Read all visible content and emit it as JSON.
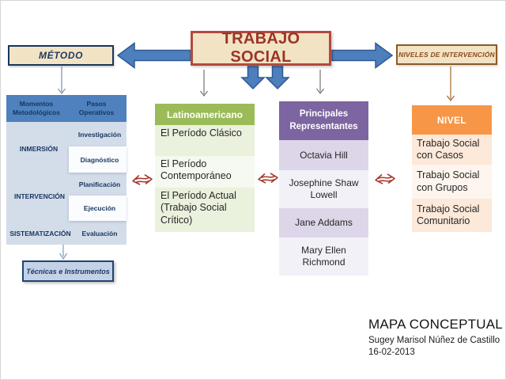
{
  "title_box": {
    "label": "TRABAJO SOCIAL"
  },
  "metodo_box": {
    "label": "MÉTODO"
  },
  "niveles_box": {
    "label": "NIVELES DE INTERVENCIÓN"
  },
  "table": {
    "headers": [
      "Momentos Metodológicos",
      "Pasos Operativos"
    ],
    "momentos": [
      "INMERSIÓN",
      "INTERVENCIÓN",
      "SISTEMATIZACIÓN"
    ],
    "pasos": [
      "Investigación",
      "Diagnóstico",
      "Planificación",
      "Ejecución",
      "Evaluación"
    ]
  },
  "tecnicas_box": {
    "label": "Técnicas  e Instrumentos"
  },
  "latino": {
    "header": "Latinoamericano",
    "items": [
      "El Período Clásico",
      "El Período Contemporáneo",
      "El Período Actual (Trabajo Social Crítico)"
    ]
  },
  "representantes": {
    "header": "Principales Representantes",
    "items": [
      "Octavia Hill",
      "Josephine Shaw Lowell",
      "Jane Addams",
      "Mary Ellen Richmond"
    ]
  },
  "nivel": {
    "header": "NIVEL",
    "items": [
      "Trabajo Social con Casos",
      "Trabajo Social con Grupos",
      "Trabajo Social Comunitario"
    ]
  },
  "footer": {
    "title": "MAPA CONCEPTUAL",
    "author": "Sugey Marisol Núñez de Castillo",
    "date": "16-02-2013"
  },
  "icons": {
    "block_arrows": [
      "arrow-left-icon",
      "arrow-right-icon",
      "arrow-down-icon",
      "arrow-down-icon"
    ],
    "double_arrows": [
      "double-arrow-icon",
      "double-arrow-icon",
      "double-arrow-icon"
    ]
  },
  "palette": {
    "tan": "#F2E3C5",
    "title_red": "#9A3526",
    "navy": "#1F3864",
    "block_arrow_blue": "#4C7FBC",
    "table_header_blue": "#4E81BD",
    "table_body_blue": "#D3DCE9",
    "green": "#9BBB59",
    "green_light": "#EAF1DD",
    "purple": "#7C65A0",
    "purple_light": "#DDD6E9",
    "orange": "#F79646",
    "orange_light": "#FDE9D9",
    "sketch_red": "#A8372C"
  }
}
